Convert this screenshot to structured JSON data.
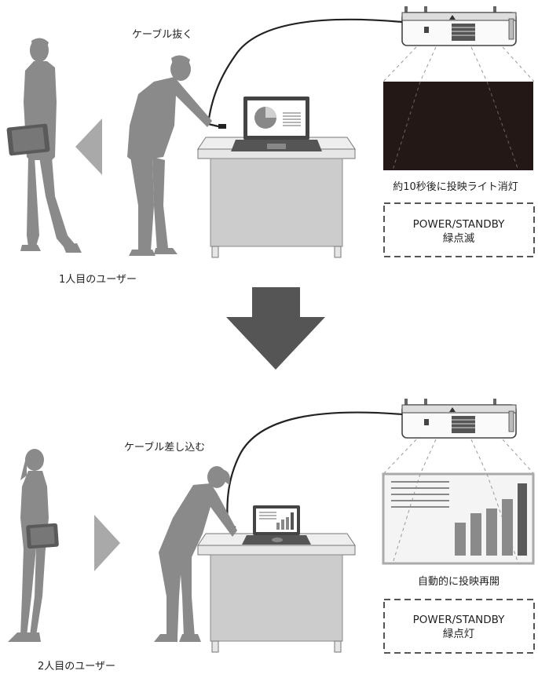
{
  "scene1": {
    "action_label": "ケーブル抜く",
    "projection_caption": "約10秒後に投映ライト消灯",
    "status_line1": "POWER/STANDBY",
    "status_line2": "緑点滅",
    "user_label": "1人目のユーザー"
  },
  "scene2": {
    "action_label": "ケーブル差し込む",
    "projection_caption": "自動的に投映再開",
    "status_line1": "POWER/STANDBY",
    "status_line2": "緑点灯",
    "user_label": "2人目のユーザー"
  },
  "colors": {
    "figure_gray": "#8a8a8a",
    "arrow_dark": "#555555",
    "arrow_light": "#a9a9a9",
    "screen_off": "#231815",
    "desk_top": "#e6e6e6",
    "desk_body": "#cccccc"
  }
}
